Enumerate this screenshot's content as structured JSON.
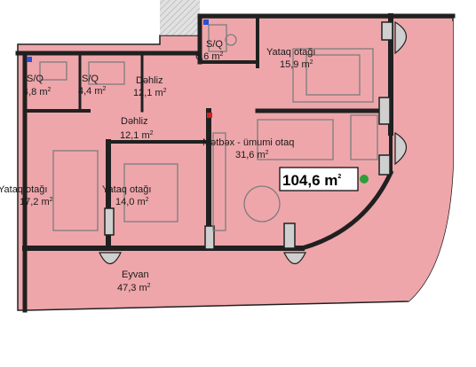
{
  "plan": {
    "total_area": "104,6 m",
    "total_area_sup": "2",
    "colors": {
      "floor": "#eea6ab",
      "wall": "#202020",
      "furniture": "#7d7d7d",
      "window": "#cfcfcf",
      "glass_green": "#2e9e3a",
      "marker_red": "#d81e1e",
      "marker_blue": "#2a4fd0"
    },
    "rooms": [
      {
        "id": "sq-top",
        "name": "S/Q",
        "area": "6,6 m",
        "sup": "2"
      },
      {
        "id": "yataq-top",
        "name": "Yataq otağı",
        "area": "15,9 m",
        "sup": "2"
      },
      {
        "id": "sq-left",
        "name": "S/Q",
        "area": "4,8 m",
        "sup": "2"
      },
      {
        "id": "sq-mid",
        "name": "S/Q",
        "area": "4,4 m",
        "sup": "2"
      },
      {
        "id": "dehliz-1",
        "name": "Dəhliz",
        "area": "12,1 m",
        "sup": "2"
      },
      {
        "id": "dehliz-2",
        "name": "Dəhliz",
        "area": "12,1 m",
        "sup": "2"
      },
      {
        "id": "metbex",
        "name": "Mətbəx - ümumi otaq",
        "area": "31,6 m",
        "sup": "2"
      },
      {
        "id": "yataq-left",
        "name": "Yataq otağı",
        "area": "17,2 m",
        "sup": "2"
      },
      {
        "id": "yataq-mid",
        "name": "Yataq otağı",
        "area": "14,0 m",
        "sup": "2"
      },
      {
        "id": "eyvan",
        "name": "Eyvan",
        "area": "47,3 m",
        "sup": "2"
      }
    ]
  }
}
